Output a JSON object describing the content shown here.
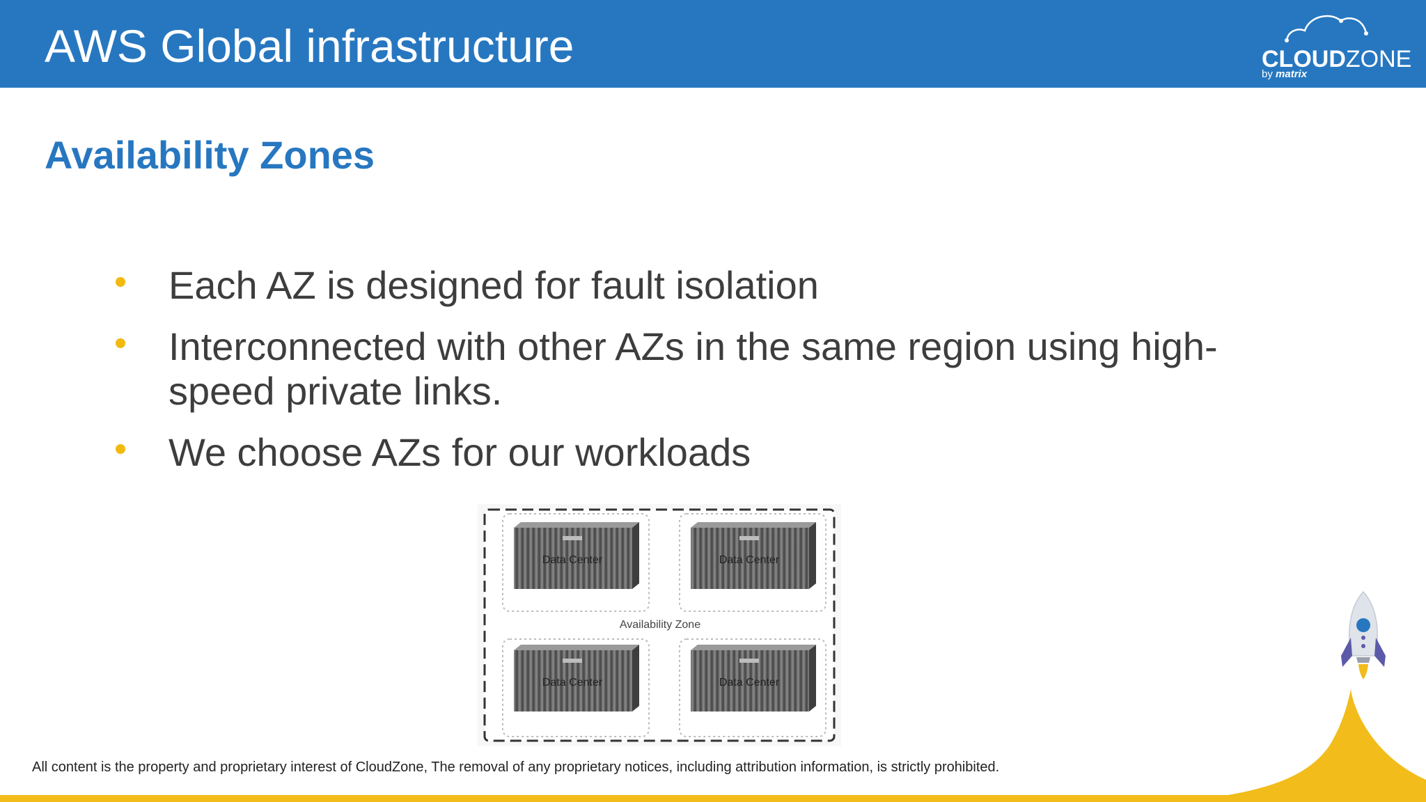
{
  "header": {
    "title": "AWS Global infrastructure"
  },
  "logo": {
    "word_bold": "CLOUD",
    "word_light": "ZONE",
    "by_prefix": "by",
    "by_name": "matrix"
  },
  "slide": {
    "subtitle": "Availability Zones",
    "bullets": [
      "Each AZ is designed for fault isolation",
      "Interconnected with other AZs in the same region using high-speed private links.",
      "We choose AZs for our workloads"
    ]
  },
  "diagram": {
    "zone_label": "Availability Zone",
    "data_center_label": "Data Center"
  },
  "footer": {
    "note": "All content is the property and proprietary interest of CloudZone, The removal of any proprietary notices, including attribution information, is strictly prohibited."
  },
  "colors": {
    "header_blue": "#2777c0",
    "bullet_yellow": "#f2b90f",
    "accent_yellow": "#f2bc1b",
    "text_gray": "#3d3d3d"
  },
  "icons": {
    "logo_cloud": "cloud-arc-icon",
    "rocket": "rocket-icon"
  }
}
